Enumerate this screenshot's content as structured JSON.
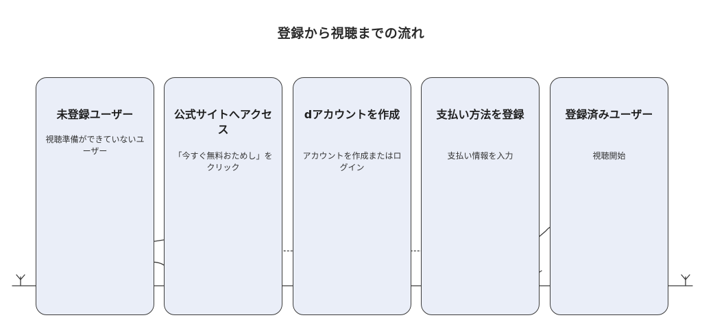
{
  "title": "登録から視聴までの流れ",
  "steps": [
    {
      "title": "未登録ユーザー",
      "desc": "視聴準備ができていないユーザー"
    },
    {
      "title": "公式サイトへアクセス",
      "desc": "「今すぐ無料おためし」をクリック"
    },
    {
      "title": "dアカウントを作成",
      "desc": "アカウントを作成またはログイン"
    },
    {
      "title": "支払い方法を登録",
      "desc": "支払い情報を入力"
    },
    {
      "title": "登録済みユーザー",
      "desc": "視聴開始"
    }
  ],
  "colors": {
    "card_fill": "#eaeef8",
    "line": "#3a3a3a"
  }
}
